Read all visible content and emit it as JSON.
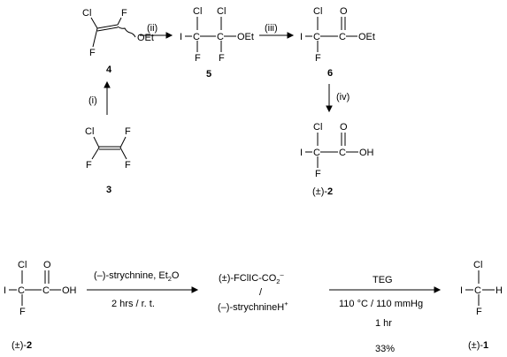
{
  "atoms": {
    "cl": "Cl",
    "f": "F",
    "i": "I",
    "h": "H",
    "c": "C",
    "o": "O",
    "oet": "OEt",
    "oh": "OH"
  },
  "compounds": {
    "c4": "4",
    "c5": "5",
    "c6": "6",
    "c3": "3",
    "c2_prefix": "(±)-",
    "c2": "2",
    "c1": "1"
  },
  "steps": {
    "i": "(i)",
    "ii": "(ii)",
    "iii": "(iii)",
    "iv": "(iv)"
  },
  "resolution": {
    "reagent": "(–)-strychnine, Et",
    "reagent_sub": "2",
    "reagent_tail": "O",
    "conditions": "2 hrs /  r. t.",
    "salt_anion": "(±)-FClIC-CO",
    "salt_anion_sub": "2",
    "salt_anion_sup": "–",
    "salt_slash": "/",
    "salt_cation": "(–)-strychnineH",
    "salt_cation_sup": "+"
  },
  "decarboxylation": {
    "reagent": "TEG",
    "conditions": "110 °C / 110 mmHg",
    "time": "1 hr",
    "yield": "33%"
  }
}
